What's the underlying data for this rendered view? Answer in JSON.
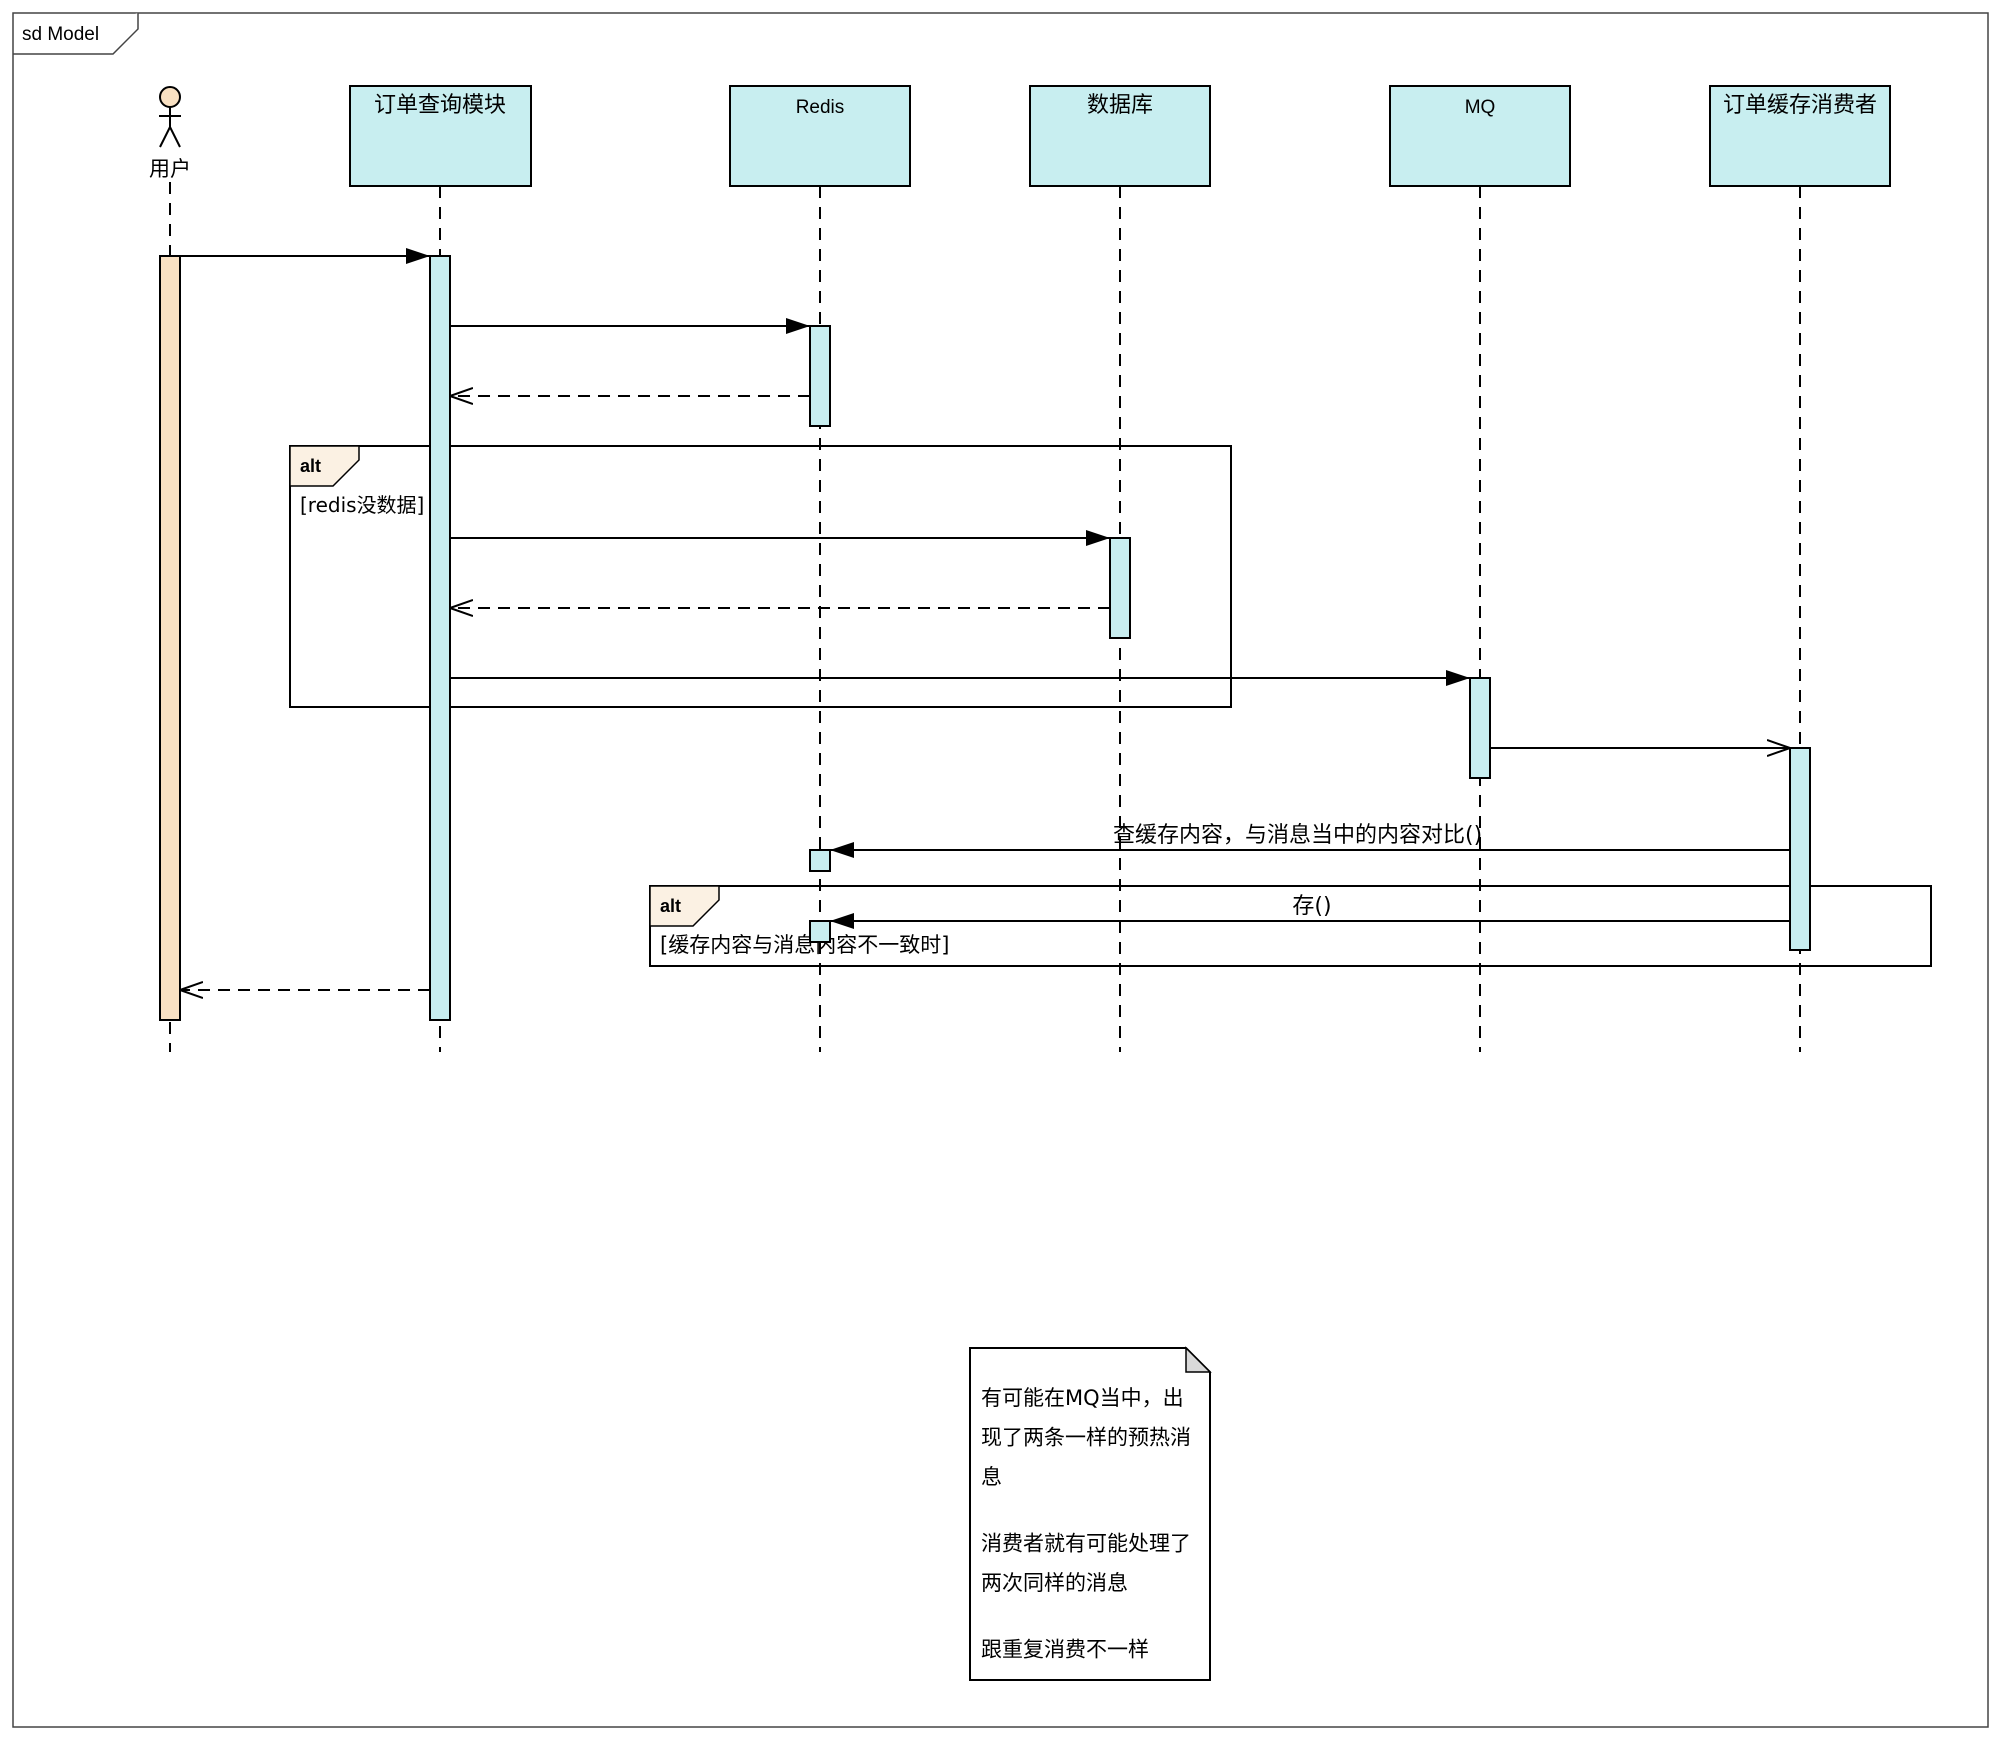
{
  "frame": {
    "label": "sd Model"
  },
  "participants": [
    {
      "id": "user",
      "kind": "actor",
      "name": "用户"
    },
    {
      "id": "order_query",
      "kind": "lifeline",
      "name": "订单查询模块"
    },
    {
      "id": "redis",
      "kind": "lifeline",
      "name": "Redis"
    },
    {
      "id": "database",
      "kind": "lifeline",
      "name": "数据库"
    },
    {
      "id": "mq",
      "kind": "lifeline",
      "name": "MQ"
    },
    {
      "id": "consumer",
      "kind": "lifeline",
      "name": "订单缓存消费者"
    }
  ],
  "messages": [
    {
      "from": "user",
      "to": "order_query",
      "type": "sync",
      "label": ""
    },
    {
      "from": "order_query",
      "to": "redis",
      "type": "sync",
      "label": ""
    },
    {
      "from": "redis",
      "to": "order_query",
      "type": "return",
      "label": ""
    },
    {
      "from": "order_query",
      "to": "database",
      "type": "sync",
      "label": ""
    },
    {
      "from": "database",
      "to": "order_query",
      "type": "return",
      "label": ""
    },
    {
      "from": "order_query",
      "to": "mq",
      "type": "sync",
      "label": ""
    },
    {
      "from": "mq",
      "to": "consumer",
      "type": "async",
      "label": ""
    },
    {
      "from": "consumer",
      "to": "redis",
      "type": "sync",
      "label": "查缓存内容，与消息当中的内容对比()"
    },
    {
      "from": "consumer",
      "to": "redis",
      "type": "sync",
      "label": "存()"
    },
    {
      "from": "order_query",
      "to": "user",
      "type": "return",
      "label": ""
    }
  ],
  "fragments": [
    {
      "operator": "alt",
      "guard": "[redis没数据]"
    },
    {
      "operator": "alt",
      "guard": "[缓存内容与消息内容不一致时]"
    }
  ],
  "note": {
    "lines": [
      "有可能在MQ当中，出",
      "现了两条一样的预热消",
      "息",
      "",
      "消费者就有可能处理了",
      "两次同样的消息",
      "",
      "跟重复消费不一样"
    ]
  },
  "colors": {
    "lifeline_fill": "#C8EEF0",
    "actor_fill": "#F9E1C3",
    "fragment_tab_fill": "#FBF1E3",
    "note_fold_fill": "#D9D9D9",
    "stroke": "#000000"
  }
}
